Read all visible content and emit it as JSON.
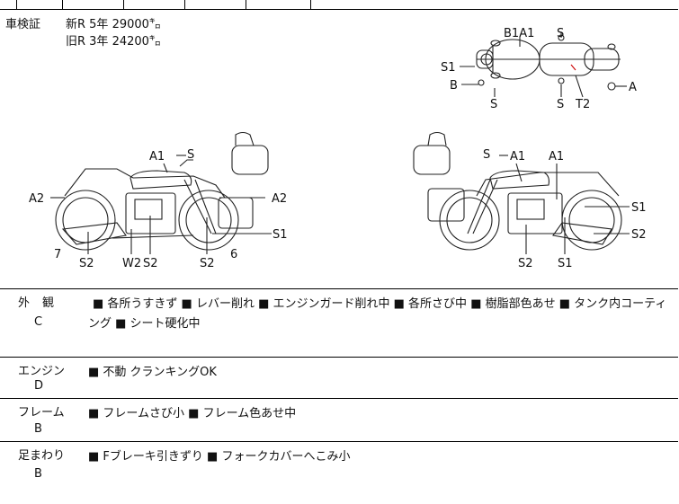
{
  "inspection": {
    "label": "車検証",
    "new_line": "新R  5年  29000㌔",
    "old_line": "旧R  3年  24200㌔"
  },
  "top_view_labels": [
    "B1A1",
    "S",
    "S1",
    "B",
    "A",
    "S",
    "S",
    "T2"
  ],
  "left_view_labels": [
    "A1",
    "S",
    "A2",
    "A2",
    "S1",
    "7",
    "S2",
    "W2",
    "S2",
    "S2",
    "6"
  ],
  "right_view_labels": [
    "S",
    "A1",
    "A1",
    "S1",
    "S2",
    "S2",
    "S1"
  ],
  "sections": [
    {
      "title": "外観",
      "grade": "C",
      "text": "■ 各所うすきず ■ レバー削れ ■ エンジンガード削れ中 ■ 各所さび中 ■ 樹脂部色あせ ■ タンク内コーティング ■ シート硬化中"
    },
    {
      "title": "エンジン",
      "grade": "D",
      "text": "■ 不動 クランキングOK"
    },
    {
      "title": "フレーム",
      "grade": "B",
      "text": "■ フレームさび小 ■ フレーム色あせ中"
    },
    {
      "title": "足まわり",
      "grade": "B",
      "text": "■ Fブレーキ引きずり ■ フォークカバーへこみ小"
    }
  ]
}
